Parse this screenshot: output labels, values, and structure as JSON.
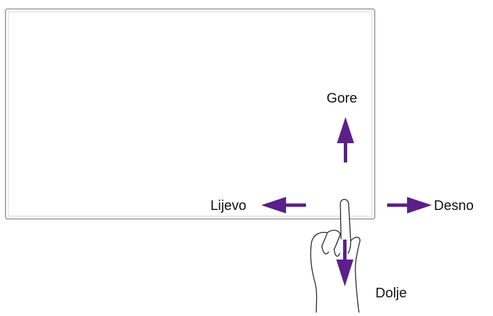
{
  "labels": {
    "up": "Gore",
    "left": "Lijevo",
    "right": "Desno",
    "down": "Dolje"
  },
  "colors": {
    "arrow": "#5b1f8a",
    "screen_outline": "#9a9a9a",
    "hand_outline": "#222222"
  },
  "icons": {
    "screen": "display-panel",
    "hand": "pointing-hand-icon",
    "arrows": [
      "arrow-up-icon",
      "arrow-left-icon",
      "arrow-right-icon",
      "arrow-down-icon"
    ]
  }
}
